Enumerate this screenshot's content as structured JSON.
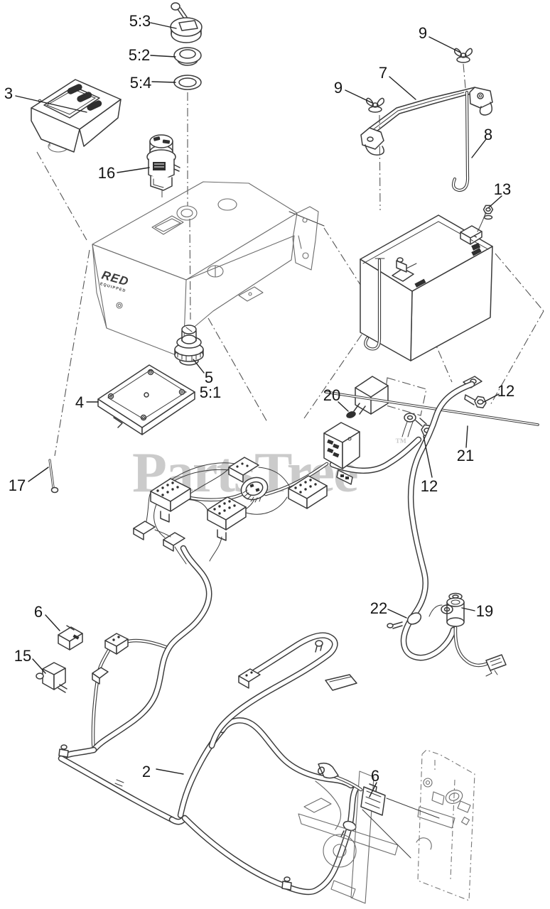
{
  "watermark": {
    "text": "PartsTree",
    "tm": "™"
  },
  "console_logo": {
    "line1": "RED",
    "line2": "EQUIPPED"
  },
  "colors": {
    "line": "#3a3a3a",
    "light_line": "#6b6b6b",
    "label": "#141414",
    "watermark": "#cbcbcb",
    "dark_fill": "#2f2f2f",
    "background": "#ffffff"
  },
  "callouts": [
    {
      "id": "key-cap",
      "label": "5:3"
    },
    {
      "id": "grommet",
      "label": "5:2"
    },
    {
      "id": "o-ring",
      "label": "5:4"
    },
    {
      "id": "display-module",
      "label": "3"
    },
    {
      "id": "wing-nut-right",
      "label": "9"
    },
    {
      "id": "battery-bracket",
      "label": "7"
    },
    {
      "id": "wing-nut-left",
      "label": "9"
    },
    {
      "id": "j-bolt-rod",
      "label": "8"
    },
    {
      "id": "switch",
      "label": "16"
    },
    {
      "id": "nut",
      "label": "13"
    },
    {
      "id": "key-switch",
      "label": "5"
    },
    {
      "id": "key-switch-sub",
      "label": "5:1"
    },
    {
      "id": "ecu-module",
      "label": "4"
    },
    {
      "id": "boot",
      "label": "20"
    },
    {
      "id": "bolt-right",
      "label": "12"
    },
    {
      "id": "rod",
      "label": "21"
    },
    {
      "id": "bolt-center",
      "label": "12"
    },
    {
      "id": "screw",
      "label": "17"
    },
    {
      "id": "connector-left",
      "label": "6"
    },
    {
      "id": "relay",
      "label": "15"
    },
    {
      "id": "clamp",
      "label": "22"
    },
    {
      "id": "terminal-boot",
      "label": "19"
    },
    {
      "id": "main-harness",
      "label": "2"
    },
    {
      "id": "connector-bottom",
      "label": "6"
    }
  ]
}
